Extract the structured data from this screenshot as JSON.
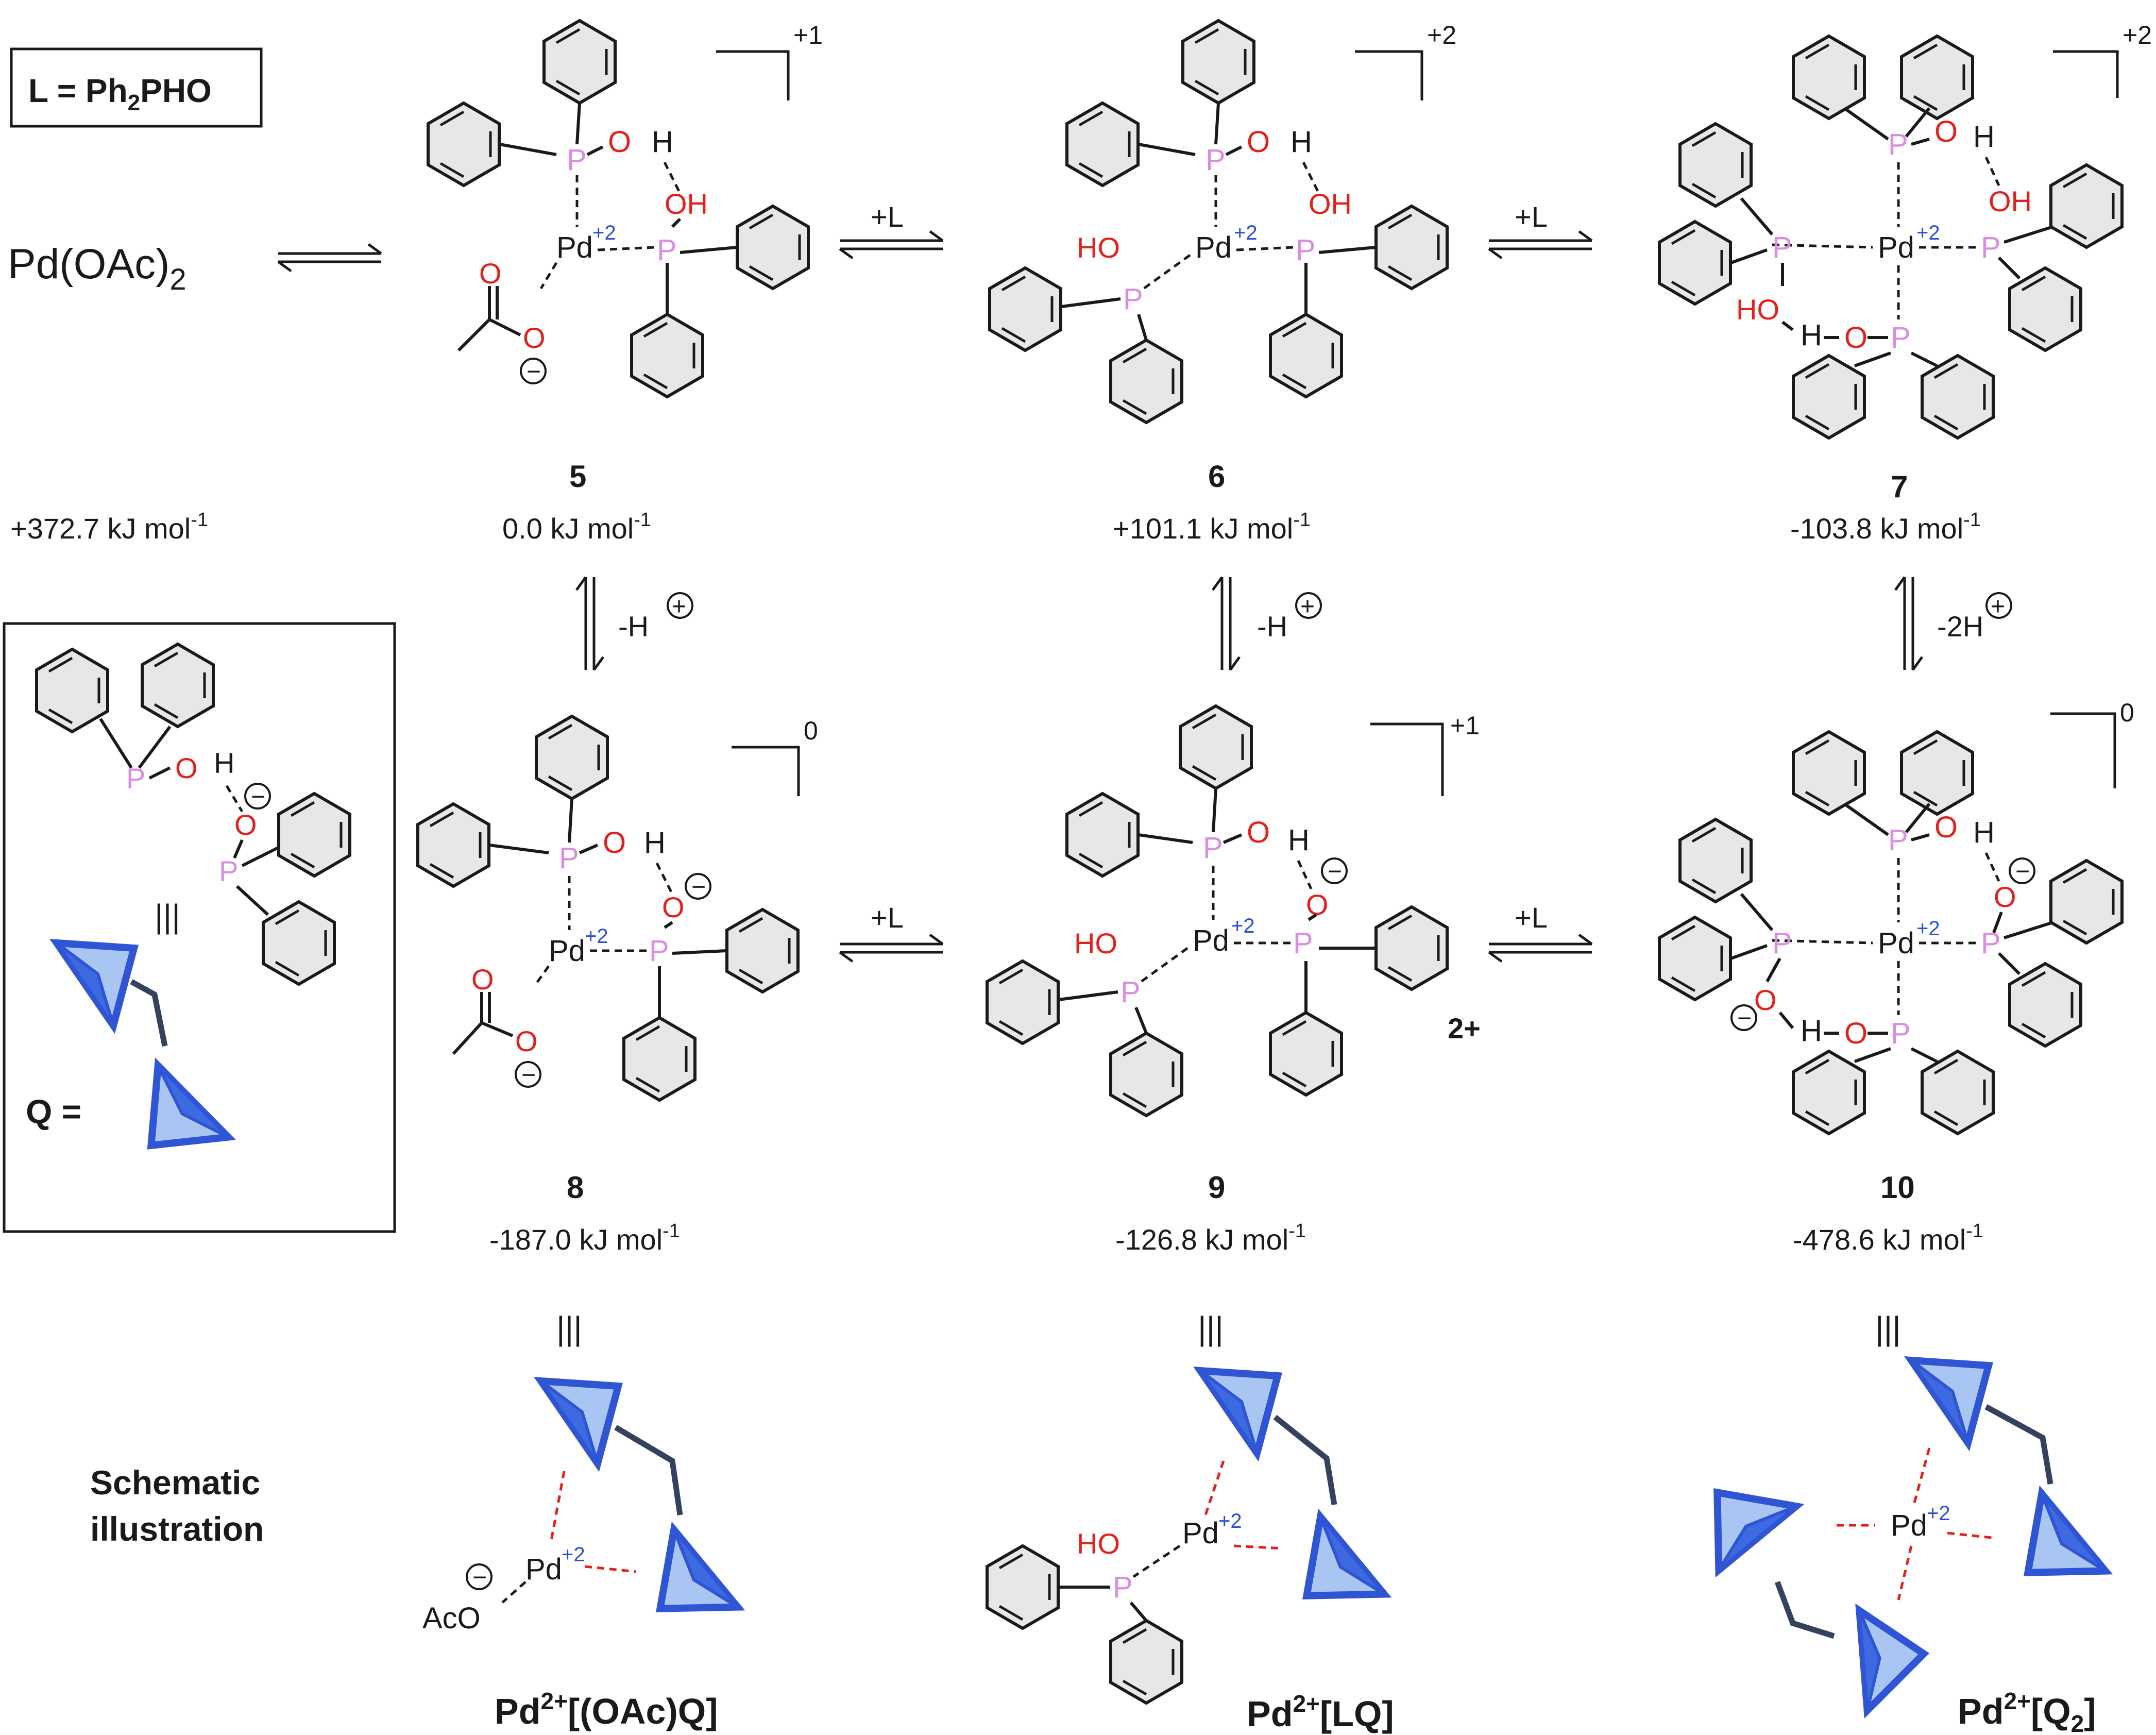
{
  "legend": {
    "ligand_def_prefix": "L = Ph",
    "ligand_def_sub": "2",
    "ligand_def_suffix": "PHO",
    "q_def": "Q =",
    "equiv": "|||"
  },
  "precursor": {
    "formula": "Pd(OAc)",
    "formula_sub": "2",
    "energy": "+372.7 kJ mol",
    "energy_sup": "-1"
  },
  "species": [
    {
      "id": "5",
      "energy": "0.0 kJ mol",
      "charge": "+1"
    },
    {
      "id": "6",
      "energy": "+101.1 kJ mol",
      "charge": "+2"
    },
    {
      "id": "7",
      "energy": "-103.8 kJ mol",
      "charge": "+2"
    },
    {
      "id": "8",
      "energy": "-187.0 kJ mol",
      "charge": "0"
    },
    {
      "id": "9",
      "energy": "-126.8 kJ mol",
      "charge": "+1"
    },
    {
      "id": "10",
      "energy": "-478.6 kJ mol",
      "charge": "0"
    }
  ],
  "energy_unit_sup": "-1",
  "arrows": {
    "add_L": "+L",
    "minus_H": "-H",
    "minus_2H": "-2H",
    "proton_sign": "+"
  },
  "atoms": {
    "pd": "Pd",
    "pd_charge": "+2",
    "p": "P",
    "o": "O",
    "h": "H",
    "oh": "OH",
    "ho": "HO",
    "neg": "−",
    "aco": "AcO",
    "extra_charge": "2+"
  },
  "schematic": {
    "label_line1": "Schematic",
    "label_line2": "illustration",
    "names": [
      {
        "pre": "Pd",
        "sup": "2+",
        "post": "[(OAc)Q]",
        "sub": ""
      },
      {
        "pre": "Pd",
        "sup": "2+",
        "post": "[LQ]",
        "sub": ""
      },
      {
        "pre": "Pd",
        "sup": "2+",
        "post": "[Q",
        "sub": "2",
        "close": "]"
      }
    ]
  },
  "colors": {
    "oxygen": "#e3211c",
    "phosphorus": "#d98fe0",
    "charge": "#2a4fd6",
    "tetrahedron": "#2f55d4"
  }
}
